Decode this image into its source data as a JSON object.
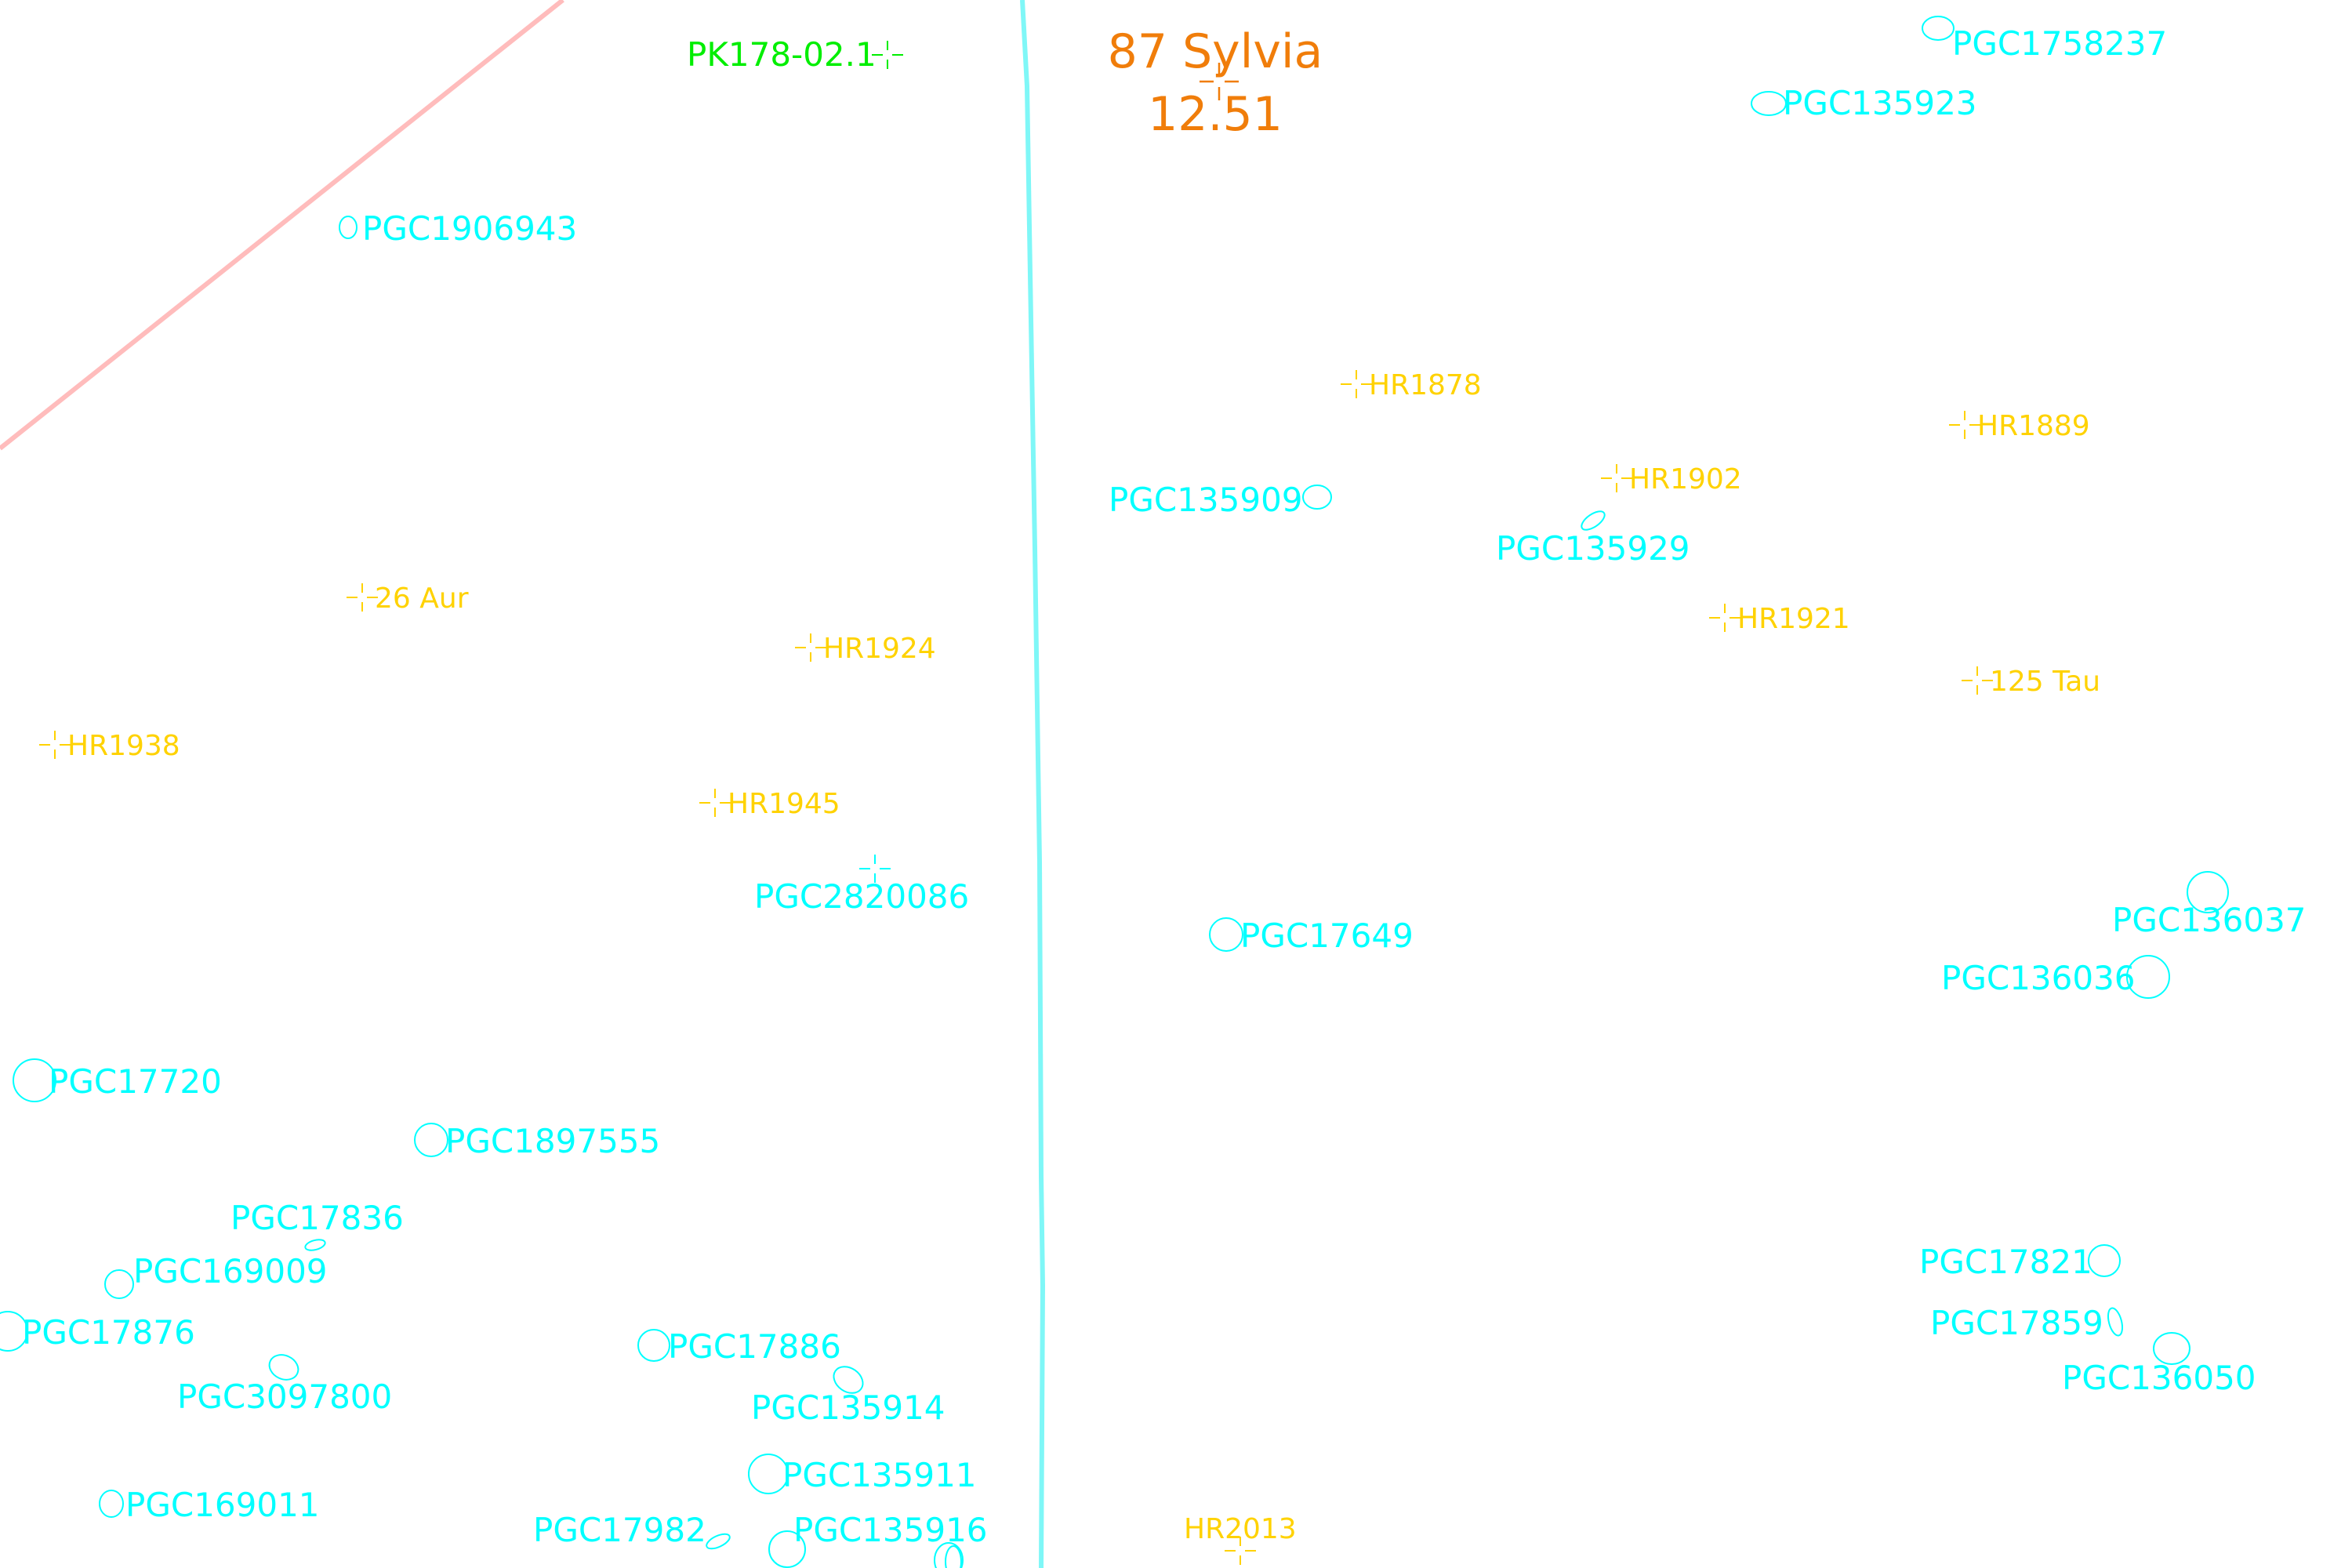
{
  "colors": {
    "galaxy": "#00ffff",
    "star": "#ffd200",
    "nebula": "#00ee00",
    "target": "#f07d0a",
    "meridian": "#7ff7f7",
    "ecliptic": "#ffbcbc",
    "background": "#ffffff"
  },
  "target": {
    "name": "87 Sylvia",
    "magnitude": "12.51"
  },
  "nebula": {
    "name": "PK178-02.1"
  },
  "stars": [
    {
      "name": "HR1878"
    },
    {
      "name": "HR1889"
    },
    {
      "name": "HR1902"
    },
    {
      "name": "HR1921"
    },
    {
      "name": "125 Tau"
    },
    {
      "name": "26 Aur"
    },
    {
      "name": "HR1924"
    },
    {
      "name": "HR1938"
    },
    {
      "name": "HR1945"
    },
    {
      "name": "HR2013"
    }
  ],
  "galaxies": [
    {
      "name": "PGC1758237"
    },
    {
      "name": "PGC135923"
    },
    {
      "name": "PGC1906943"
    },
    {
      "name": "PGC135909"
    },
    {
      "name": "PGC135929"
    },
    {
      "name": "PGC2820086"
    },
    {
      "name": "PGC17649"
    },
    {
      "name": "PGC136037"
    },
    {
      "name": "PGC136036"
    },
    {
      "name": "PGC17720"
    },
    {
      "name": "PGC1897555"
    },
    {
      "name": "PGC17836"
    },
    {
      "name": "PGC169009"
    },
    {
      "name": "PGC17876"
    },
    {
      "name": "PGC3097800"
    },
    {
      "name": "PGC17886"
    },
    {
      "name": "PGC135914"
    },
    {
      "name": "PGC135911"
    },
    {
      "name": "PGC169011"
    },
    {
      "name": "PGC17982"
    },
    {
      "name": "PGC135916"
    },
    {
      "name": "PGC17821"
    },
    {
      "name": "PGC17859"
    },
    {
      "name": "PGC136050"
    }
  ]
}
